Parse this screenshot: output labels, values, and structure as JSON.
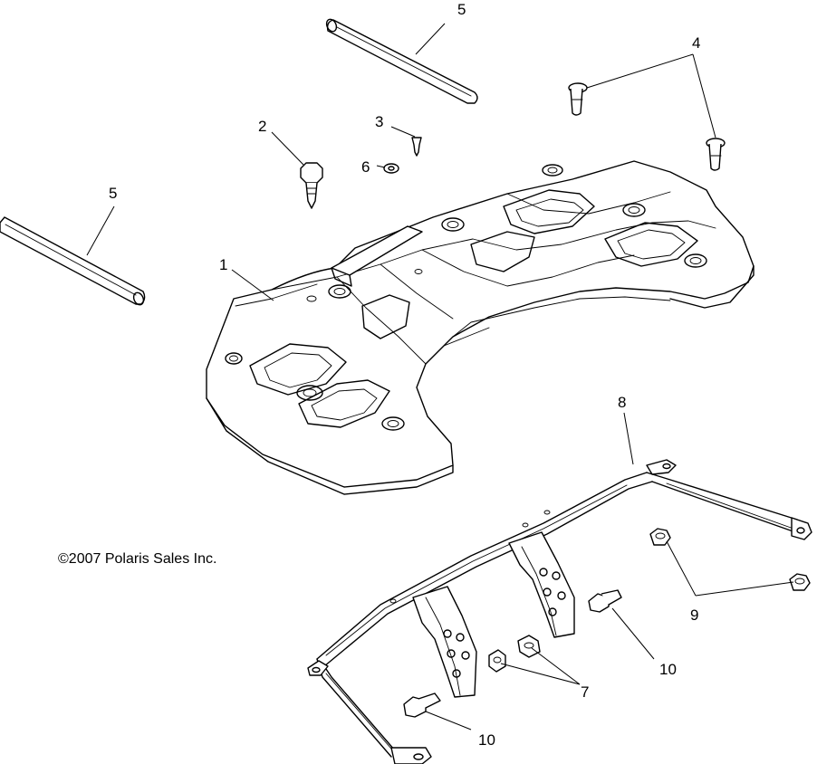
{
  "copyright": "©2007 Polaris Sales Inc.",
  "callouts": {
    "c1": "1",
    "c2": "2",
    "c3": "3",
    "c4": "4",
    "c5a": "5",
    "c5b": "5",
    "c6": "6",
    "c7": "7",
    "c8": "8",
    "c9": "9",
    "c10a": "10",
    "c10b": "10"
  }
}
